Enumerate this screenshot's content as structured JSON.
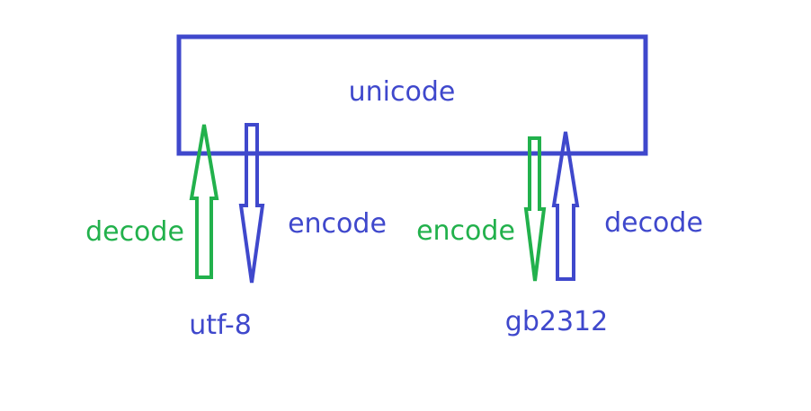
{
  "colors": {
    "blue": "#3f48cc",
    "green": "#22b14c",
    "background": "#ffffff"
  },
  "box": {
    "label": "unicode"
  },
  "left": {
    "encoding_label": "utf-8",
    "decode_label": "decode",
    "encode_label": "encode",
    "decode_arrow_icon": "hollow-up-arrow-icon",
    "encode_arrow_icon": "hollow-down-arrow-icon"
  },
  "right": {
    "encoding_label": "gb2312",
    "encode_label": "encode",
    "decode_label": "decode",
    "encode_arrow_icon": "hollow-down-arrow-icon",
    "decode_arrow_icon": "hollow-up-arrow-icon"
  }
}
